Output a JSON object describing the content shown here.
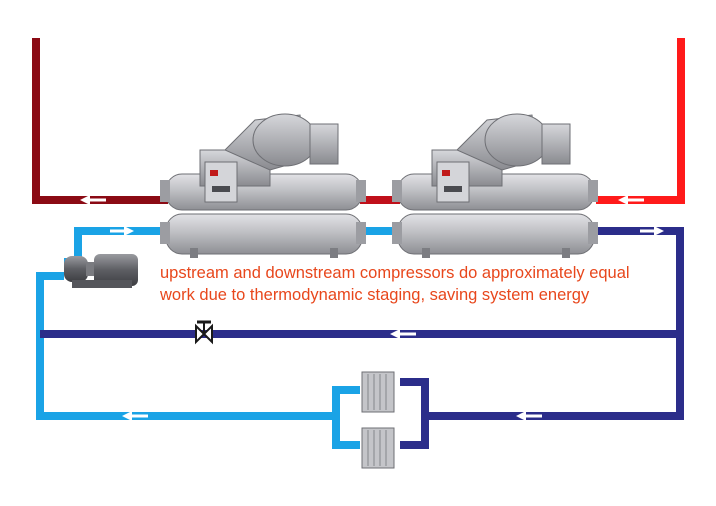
{
  "caption": {
    "line1": "upstream and downstream compressors do approximately equal",
    "line2": "work due to thermodynamic staging, saving system energy"
  },
  "colors": {
    "hot_water_dark": "#8b0a14",
    "hot_water_bright": "#ff1a1a",
    "chilled_supply": "#1aa3e6",
    "chilled_return": "#2b2d8a",
    "caption_text": "#e8471c",
    "equipment_gray": "#b8b8bc"
  },
  "icons": [
    "chiller",
    "pump",
    "valve",
    "cooling-coil",
    "flow-arrow"
  ]
}
